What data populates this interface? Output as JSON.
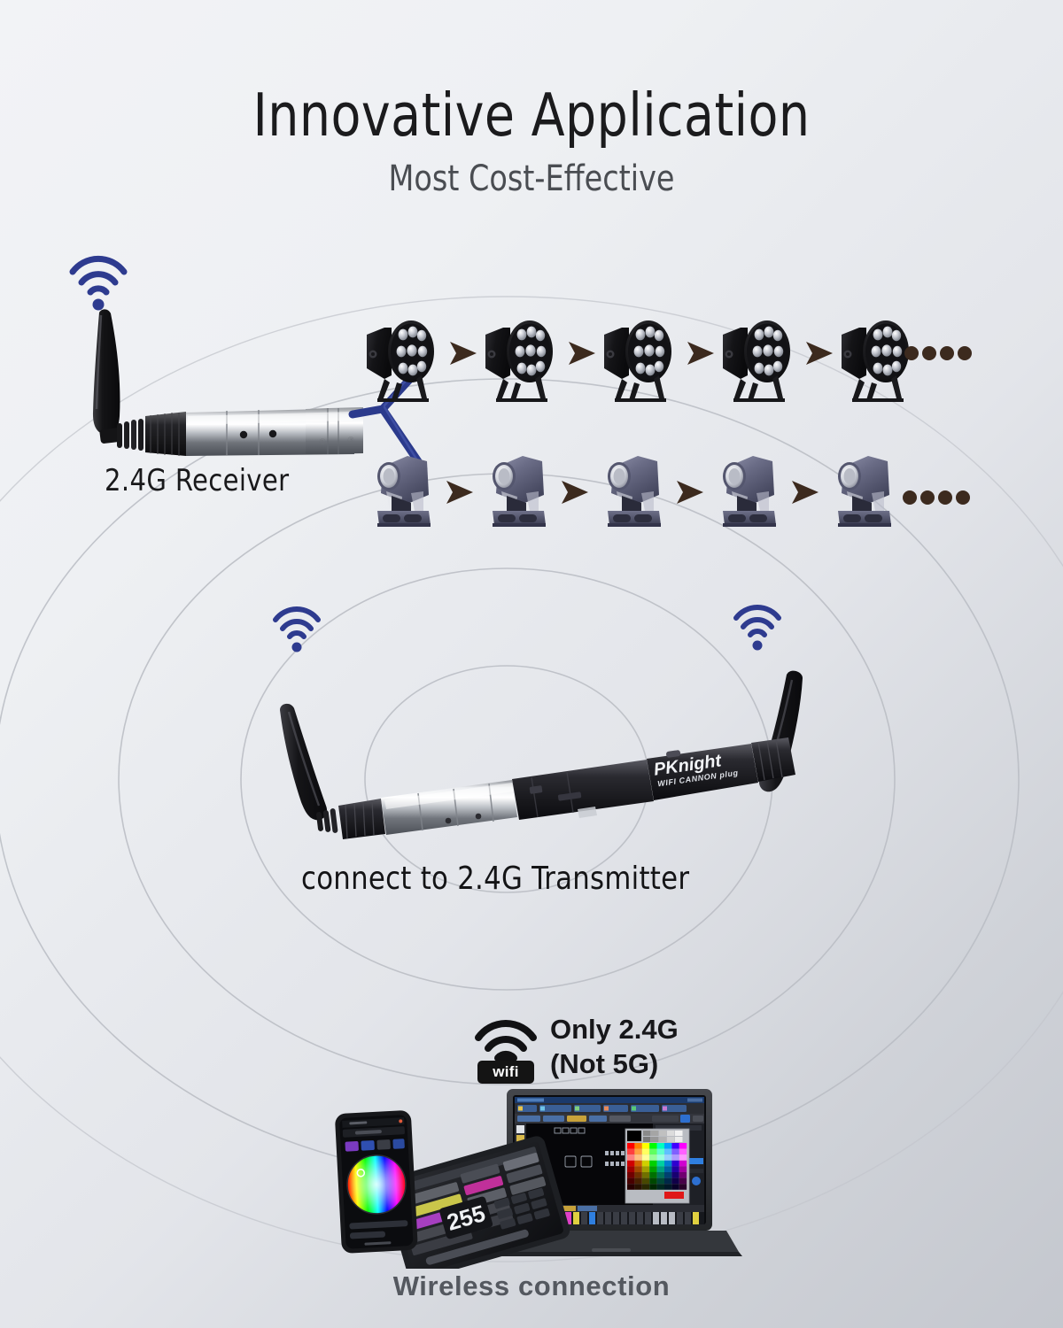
{
  "header": {
    "title": "Innovative Application",
    "subtitle": "Most Cost-Effective"
  },
  "diagram": {
    "receiver": {
      "label": "2.4G Receiver",
      "wifi_icon": "wifi-icon",
      "antenna": "antenna-icon",
      "cable_color": "#2b3a8c"
    },
    "transmitter": {
      "label": "connect to 2.4G Transmitter",
      "brand": "PKnight",
      "model": "WIFI CANNON plug",
      "wifi_icon_left": "wifi-icon",
      "wifi_icon_right": "wifi-icon"
    },
    "fixture_rows": [
      {
        "name": "par-can-row",
        "fixture_type": "LED PAR can",
        "count": 5,
        "continuation": "•••••",
        "arrow_icon": "arrow-right-icon"
      },
      {
        "name": "moving-head-row",
        "fixture_type": "moving head spot",
        "count": 5,
        "continuation": "•••••",
        "arrow_icon": "arrow-right-icon"
      }
    ],
    "callout": {
      "badge_label": "wifi",
      "line1": "Only 2.4G",
      "line2": "(Not 5G)",
      "icon": "wifi-icon"
    },
    "devices": {
      "caption": "Wireless connection",
      "phone": {
        "name": "smartphone",
        "ui": "color-wheel"
      },
      "tablet": {
        "name": "tablet",
        "value": "255"
      },
      "laptop": {
        "name": "laptop",
        "ui": "dmx-software"
      }
    }
  },
  "colors": {
    "accent_blue": "#2b3a8c",
    "bg_light": "#f2f3f6",
    "bg_dark": "#c4c7ce",
    "arrow": "#3c2a1e",
    "text_dark": "#17171a",
    "text_muted": "#54585f"
  }
}
